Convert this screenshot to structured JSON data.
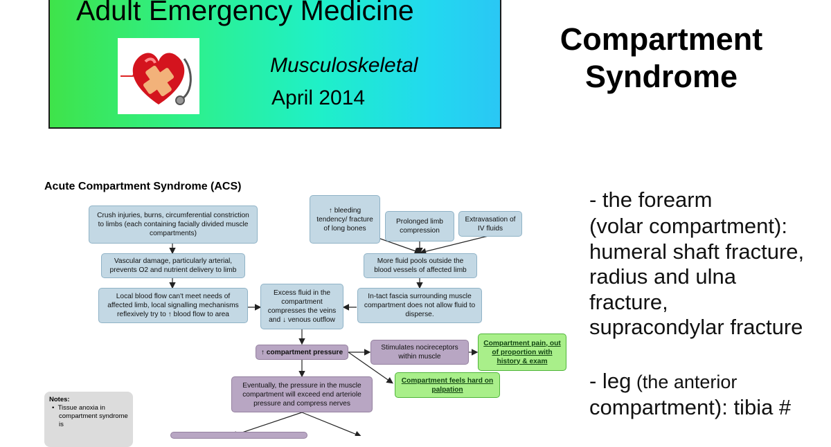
{
  "banner": {
    "title": "Adult Emergency Medicine",
    "subtitle": "Musculoskeletal",
    "date": "April  2014",
    "gradient": [
      "#3fe34a",
      "#2ac7f4"
    ]
  },
  "main_title": "Compartment Syndrome",
  "diagram": {
    "title": "Acute Compartment Syndrome (ACS)",
    "boxes": {
      "crush": "Crush injuries, burns, circumferential constriction to limbs (each containing facially divided muscle compartments)",
      "vascular": "Vascular damage, particularly arterial, prevents O2 and nutrient delivery to limb",
      "local": "Local blood flow can't meet needs of affected limb, local signalling mechanisms reflexively try to ↑ blood flow to area",
      "bleeding": "↑ bleeding tendency/ fracture of long bones",
      "prolonged": "Prolonged limb compression",
      "extravasation": "Extravasation of IV fluids",
      "fluid_pools": "More fluid pools outside the blood vessels of affected limb",
      "excess": "Excess fluid in the compartment compresses the veins and ↓ venous outflow",
      "intact": "In-tact fascia surrounding muscle compartment does not allow fluid to disperse.",
      "pressure": "↑ compartment pressure",
      "nociceptors": "Stimulates nocireceptors within muscle",
      "pain": "Compartment pain, out of proportion with history & exam",
      "hard": "Compartment feels hard on palpation",
      "eventually": "Eventually, the pressure in the muscle compartment will exceed end arteriole pressure and compress nerves"
    },
    "colors": {
      "blue": "#c3d8e4",
      "purple": "#b8a6c3",
      "green": "#a9ef8a",
      "notes": "#dcdcdc"
    },
    "notes": {
      "heading": "Notes:",
      "item": "Tissue anoxia in compartment syndrome is"
    }
  },
  "right_panel": {
    "forearm_heading": "- the forearm",
    "forearm_sub": "(volar compartment):",
    "forearm_lines": [
      "humeral shaft fracture,",
      "radius and ulna",
      "fracture,",
      "supracondylar fracture"
    ],
    "leg_heading": "- leg",
    "leg_paren": " (the anterior",
    "leg_line": "compartment): tibia #"
  }
}
